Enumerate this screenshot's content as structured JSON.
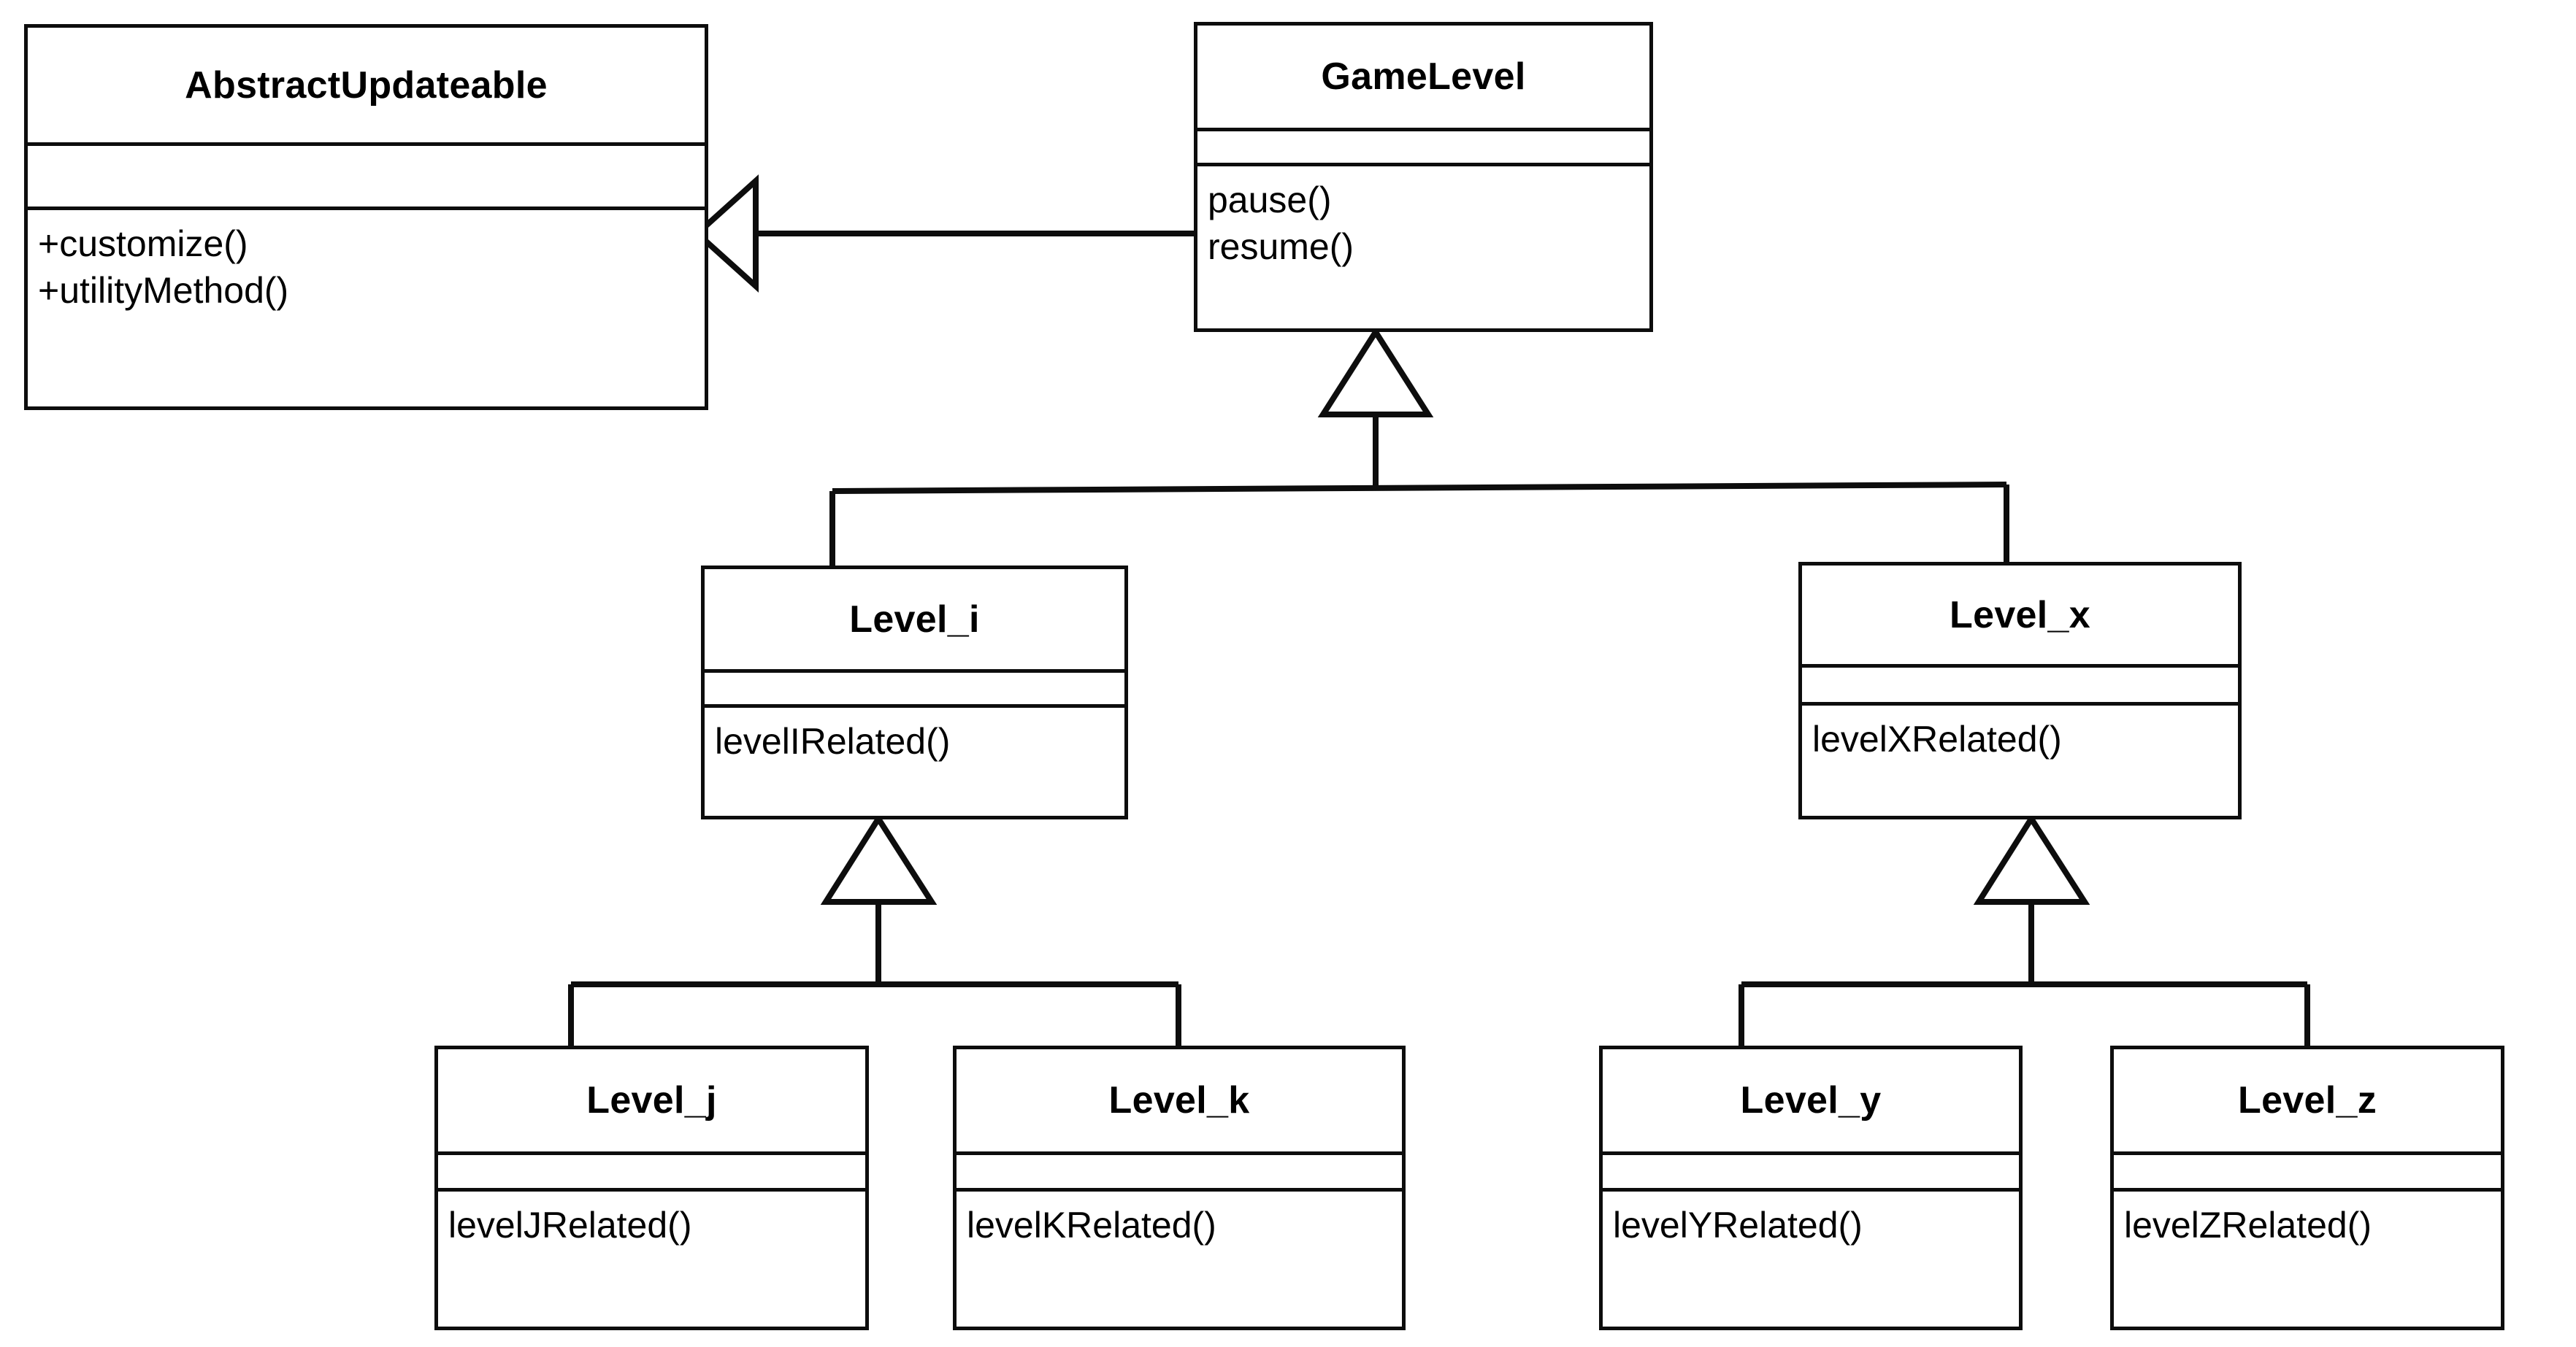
{
  "diagram": {
    "type": "uml-class-diagram",
    "title": "",
    "relationship_type": "generalization",
    "line_color": "#0d0d0d",
    "fill_color": "#ffffff"
  },
  "classes": {
    "abstract_updateable": {
      "name": "AbstractUpdateable",
      "attributes": [],
      "operations": [
        "+customize()",
        "+utilityMethod()"
      ]
    },
    "game_level": {
      "name": "GameLevel",
      "attributes": [],
      "operations": [
        "pause()",
        "resume()"
      ]
    },
    "level_i": {
      "name": "Level_i",
      "attributes": [],
      "operations": [
        "levelIRelated()"
      ]
    },
    "level_x": {
      "name": "Level_x",
      "attributes": [],
      "operations": [
        "levelXRelated()"
      ]
    },
    "level_j": {
      "name": "Level_j",
      "attributes": [],
      "operations": [
        "levelJRelated()"
      ]
    },
    "level_k": {
      "name": "Level_k",
      "attributes": [],
      "operations": [
        "levelKRelated()"
      ]
    },
    "level_y": {
      "name": "Level_y",
      "attributes": [],
      "operations": [
        "levelYRelated()"
      ]
    },
    "level_z": {
      "name": "Level_z",
      "attributes": [],
      "operations": [
        "levelZRelated()"
      ]
    }
  },
  "relationships": [
    {
      "from": "GameLevel",
      "to": "AbstractUpdateable",
      "kind": "generalization"
    },
    {
      "from": "Level_i",
      "to": "GameLevel",
      "kind": "generalization"
    },
    {
      "from": "Level_x",
      "to": "GameLevel",
      "kind": "generalization"
    },
    {
      "from": "Level_j",
      "to": "Level_i",
      "kind": "generalization"
    },
    {
      "from": "Level_k",
      "to": "Level_i",
      "kind": "generalization"
    },
    {
      "from": "Level_y",
      "to": "Level_x",
      "kind": "generalization"
    },
    {
      "from": "Level_z",
      "to": "Level_x",
      "kind": "generalization"
    }
  ]
}
